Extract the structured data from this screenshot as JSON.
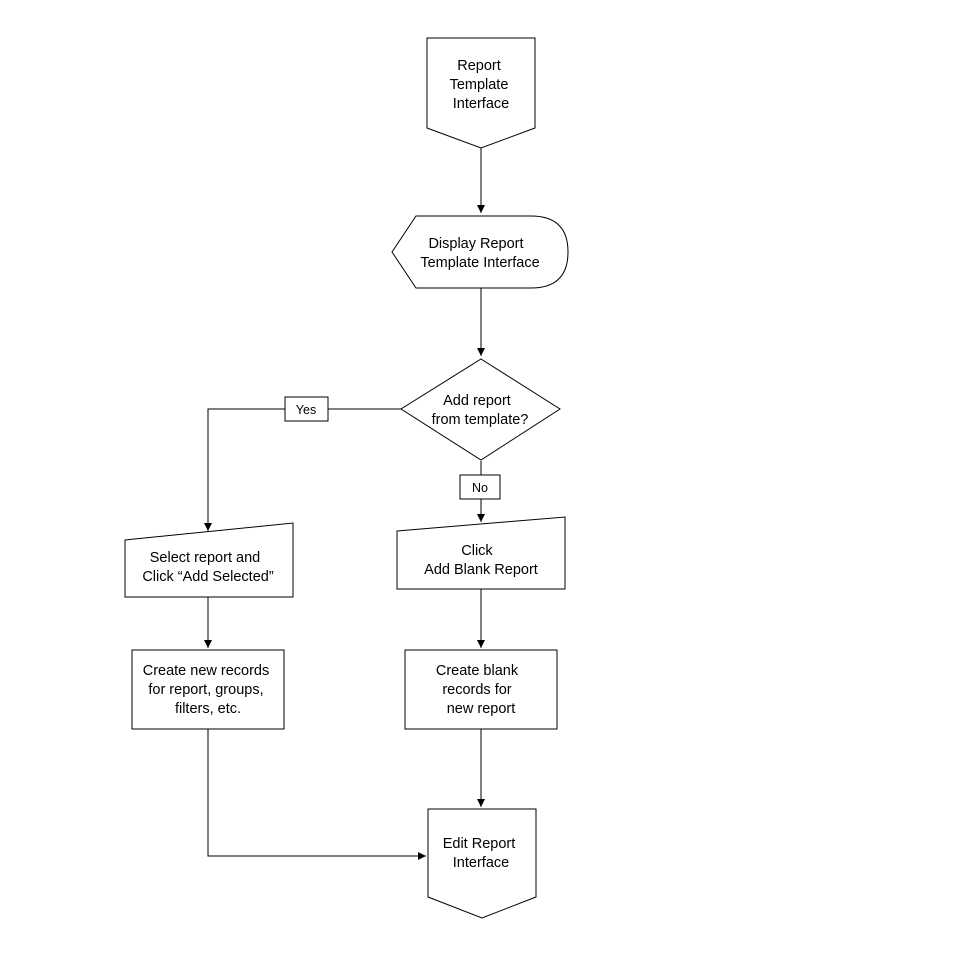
{
  "diagram": {
    "nodes": {
      "report_template_interface": [
        "Report",
        "Template",
        "Interface"
      ],
      "display_report_template_interface": [
        "Display Report",
        "Template Interface"
      ],
      "add_report_decision": [
        "Add report",
        "from template?"
      ],
      "select_report": [
        "Select report and",
        "Click “Add Selected”"
      ],
      "click_add_blank": [
        "Click",
        "Add Blank Report"
      ],
      "create_new_records": [
        "Create new records",
        "for report, groups,",
        "filters, etc."
      ],
      "create_blank_records": [
        "Create blank",
        "records for",
        "new report"
      ],
      "edit_report_interface": [
        "Edit Report",
        "Interface"
      ]
    },
    "edges": {
      "yes_label": "Yes",
      "no_label": "No"
    }
  }
}
